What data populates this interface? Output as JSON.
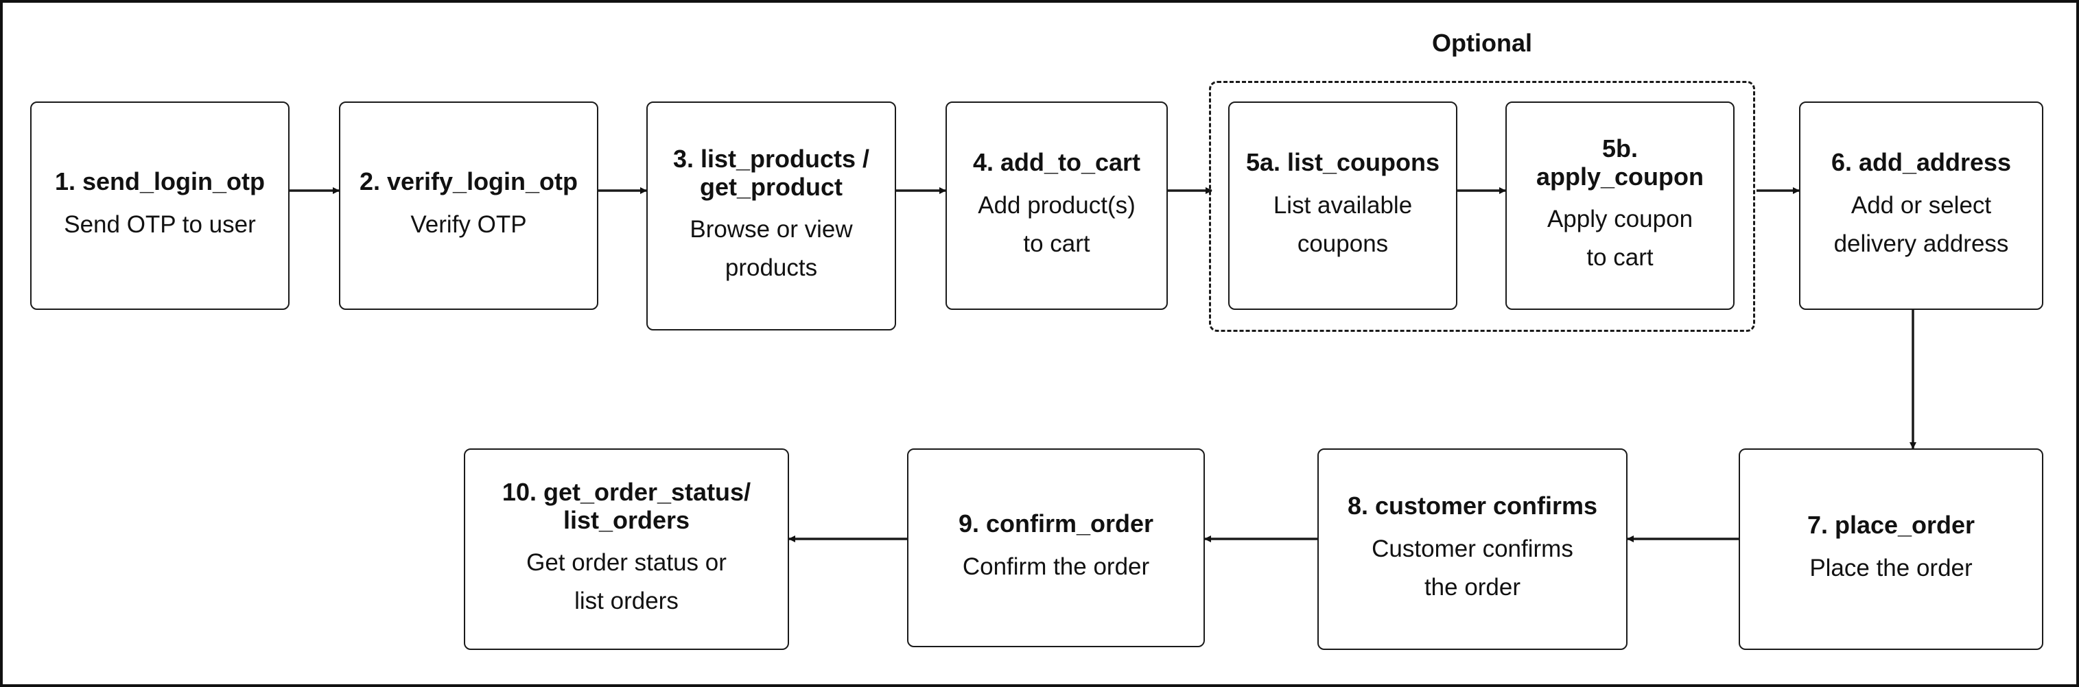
{
  "group": {
    "label": "Optional"
  },
  "nodes": [
    {
      "id": "n1",
      "title": "1. send_login_otp",
      "desc": "Send OTP to user"
    },
    {
      "id": "n2",
      "title": "2. verify_login_otp",
      "desc": "Verify OTP"
    },
    {
      "id": "n3",
      "title": "3. list_products /\nget_product",
      "desc": "Browse or view\nproducts"
    },
    {
      "id": "n4",
      "title": "4. add_to_cart",
      "desc": "Add product(s)\nto cart"
    },
    {
      "id": "n5a",
      "title": "5a. list_coupons",
      "desc": "List available\ncoupons"
    },
    {
      "id": "n5b",
      "title": "5b. apply_coupon",
      "desc": "Apply coupon\nto cart"
    },
    {
      "id": "n6",
      "title": "6. add_address",
      "desc": "Add or select\ndelivery address"
    },
    {
      "id": "n7",
      "title": "7. place_order",
      "desc": "Place the order"
    },
    {
      "id": "n8",
      "title": "8. customer confirms",
      "desc": "Customer confirms\nthe order"
    },
    {
      "id": "n9",
      "title": "9. confirm_order",
      "desc": "Confirm the order"
    },
    {
      "id": "n10",
      "title": "10. get_order_status/\nlist_orders",
      "desc": "Get order status or\nlist orders"
    }
  ],
  "edges": [
    [
      "n1",
      "n2"
    ],
    [
      "n2",
      "n3"
    ],
    [
      "n3",
      "n4"
    ],
    [
      "n4",
      "n5a"
    ],
    [
      "n5a",
      "n5b"
    ],
    [
      "n5b",
      "n6"
    ],
    [
      "n6",
      "n7"
    ],
    [
      "n7",
      "n8"
    ],
    [
      "n8",
      "n9"
    ],
    [
      "n9",
      "n10"
    ]
  ],
  "colors": {
    "stroke": "#1a1a1a",
    "background": "#ffffff",
    "text": "#111111"
  }
}
